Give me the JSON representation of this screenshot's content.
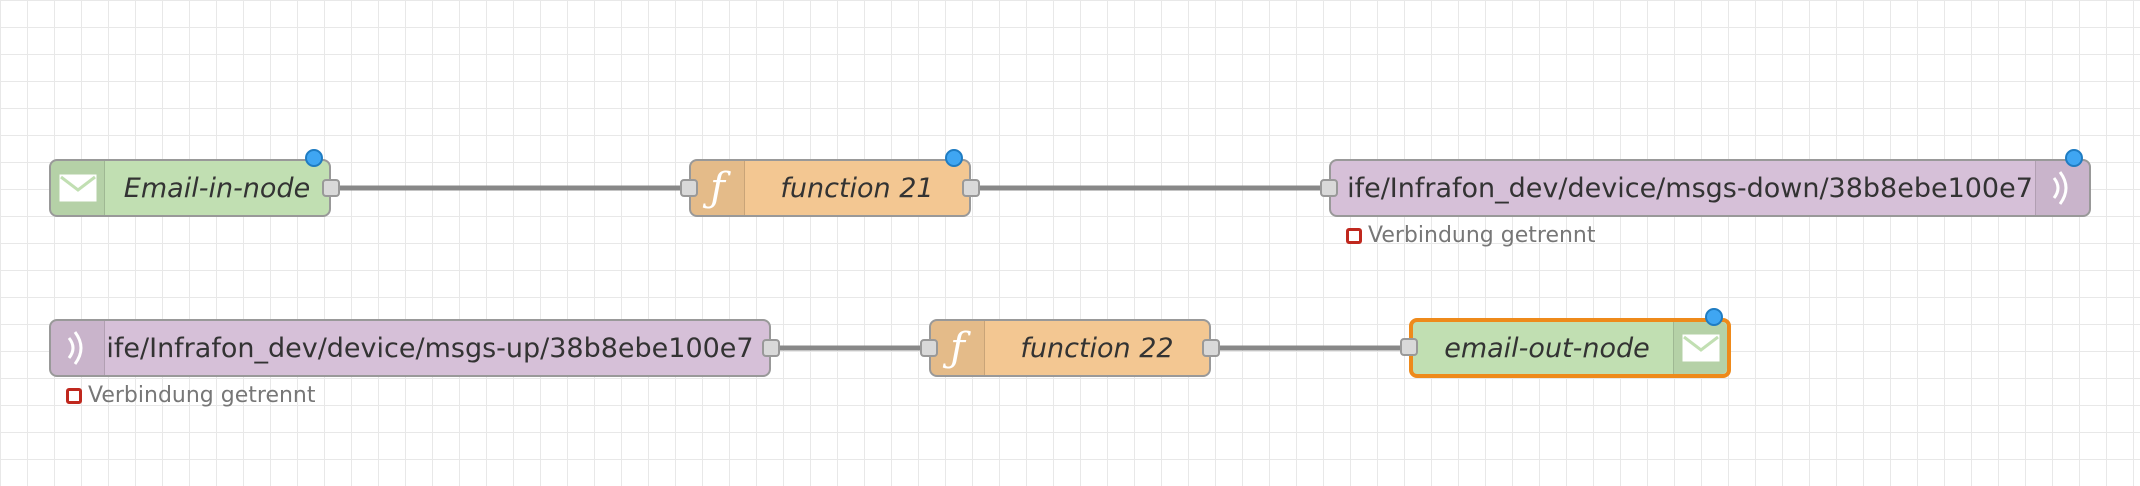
{
  "nodes": {
    "email_in": {
      "label": "Email-in-node",
      "icon": "envelope-icon",
      "color": "#c1dfb2"
    },
    "function21": {
      "label": "function 21",
      "icon": "function-icon",
      "color": "#f3c792"
    },
    "mqtt_out": {
      "label": "ife/Infrafon_dev/device/msgs-down/38b8ebe100e7",
      "icon": "mqtt-icon",
      "color": "#d6c0d8",
      "status": "Verbindung getrennt"
    },
    "mqtt_in": {
      "label": "ife/Infrafon_dev/device/msgs-up/38b8ebe100e7",
      "icon": "mqtt-icon",
      "color": "#d6c0d8",
      "status": "Verbindung getrennt"
    },
    "function22": {
      "label": "function 22",
      "icon": "function-icon",
      "color": "#f3c792"
    },
    "email_out": {
      "label": "email-out-node",
      "icon": "envelope-icon",
      "color": "#c1dfb2",
      "selected": true
    }
  },
  "colors": {
    "status_error": "#c0281e",
    "changed_dot": "#3fa6f2",
    "selection": "#ee8a1b"
  }
}
